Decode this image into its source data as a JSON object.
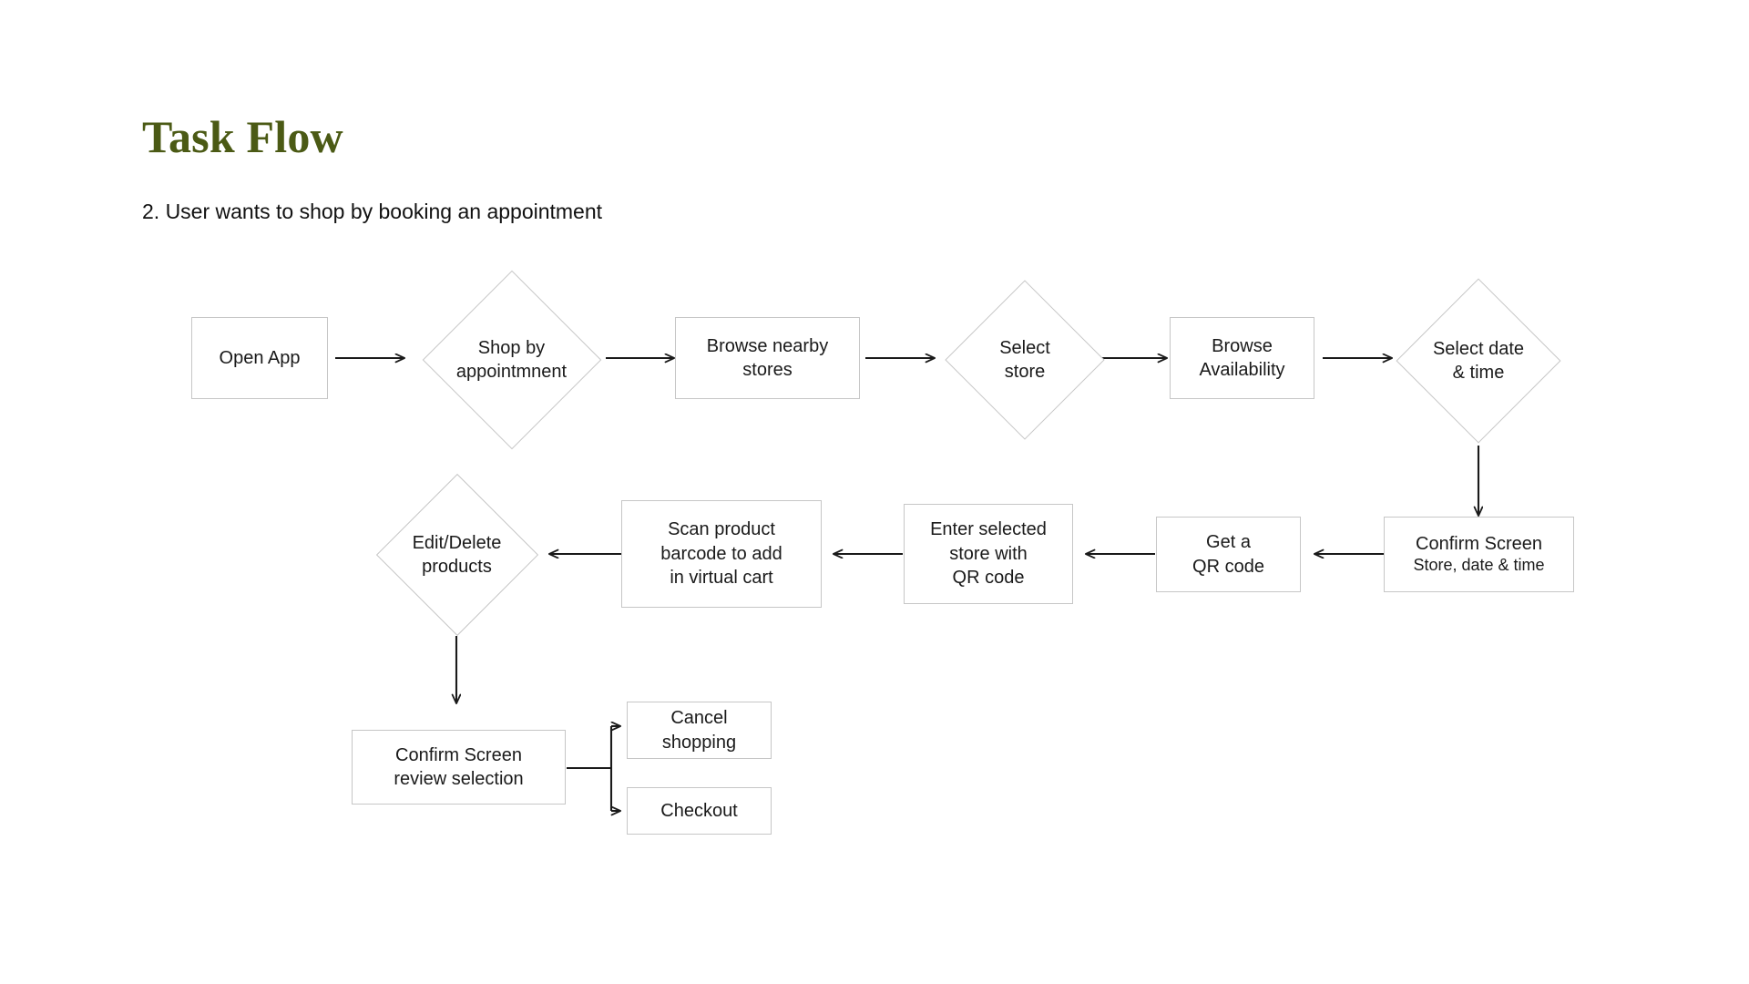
{
  "header": {
    "title": "Task Flow",
    "subtitle": "2. User wants to shop by booking an appointment",
    "title_color": "#4b5a15",
    "text_color": "#111111"
  },
  "theme": {
    "background": "#ffffff",
    "shape_border": "#c6c6c6",
    "shape_fill": "#ffffff",
    "arrow_color": "#1a1a1a",
    "node_text": "#1a1a1a"
  },
  "flow": {
    "nodes": [
      {
        "id": "open-app",
        "label": "Open App",
        "shape": "rect"
      },
      {
        "id": "shop-by-appt",
        "label": "Shop by\nappointmnent",
        "shape": "diamond"
      },
      {
        "id": "browse-stores",
        "label": "Browse nearby\nstores",
        "shape": "rect"
      },
      {
        "id": "select-store",
        "label": "Select\nstore",
        "shape": "diamond"
      },
      {
        "id": "browse-avail",
        "label": "Browse\nAvailability",
        "shape": "rect"
      },
      {
        "id": "select-date-time",
        "label": "Select date\n& time",
        "shape": "diamond"
      },
      {
        "id": "confirm-booking",
        "label": "Confirm Screen",
        "sublabel": "Store, date & time",
        "shape": "rect"
      },
      {
        "id": "get-qr",
        "label": "Get a\nQR code",
        "shape": "rect"
      },
      {
        "id": "enter-store",
        "label": "Enter selected\nstore with\nQR code",
        "shape": "rect"
      },
      {
        "id": "scan-barcode",
        "label": "Scan product\nbarcode to add\nin virtual cart",
        "shape": "rect"
      },
      {
        "id": "edit-delete",
        "label": "Edit/Delete\nproducts",
        "shape": "diamond"
      },
      {
        "id": "confirm-review",
        "label": "Confirm Screen\nreview selection",
        "shape": "rect"
      },
      {
        "id": "cancel-shopping",
        "label": "Cancel\nshopping",
        "shape": "rect"
      },
      {
        "id": "checkout",
        "label": "Checkout",
        "shape": "rect"
      }
    ],
    "edges": [
      {
        "from": "open-app",
        "to": "shop-by-appt",
        "direction": "right"
      },
      {
        "from": "shop-by-appt",
        "to": "browse-stores",
        "direction": "right"
      },
      {
        "from": "browse-stores",
        "to": "select-store",
        "direction": "right"
      },
      {
        "from": "select-store",
        "to": "browse-avail",
        "direction": "right"
      },
      {
        "from": "browse-avail",
        "to": "select-date-time",
        "direction": "right"
      },
      {
        "from": "select-date-time",
        "to": "confirm-booking",
        "direction": "down"
      },
      {
        "from": "confirm-booking",
        "to": "get-qr",
        "direction": "left"
      },
      {
        "from": "get-qr",
        "to": "enter-store",
        "direction": "left"
      },
      {
        "from": "enter-store",
        "to": "scan-barcode",
        "direction": "left"
      },
      {
        "from": "scan-barcode",
        "to": "edit-delete",
        "direction": "left"
      },
      {
        "from": "edit-delete",
        "to": "confirm-review",
        "direction": "down"
      },
      {
        "from": "confirm-review",
        "to": "cancel-shopping",
        "direction": "branch-up"
      },
      {
        "from": "confirm-review",
        "to": "checkout",
        "direction": "branch-down"
      }
    ]
  }
}
